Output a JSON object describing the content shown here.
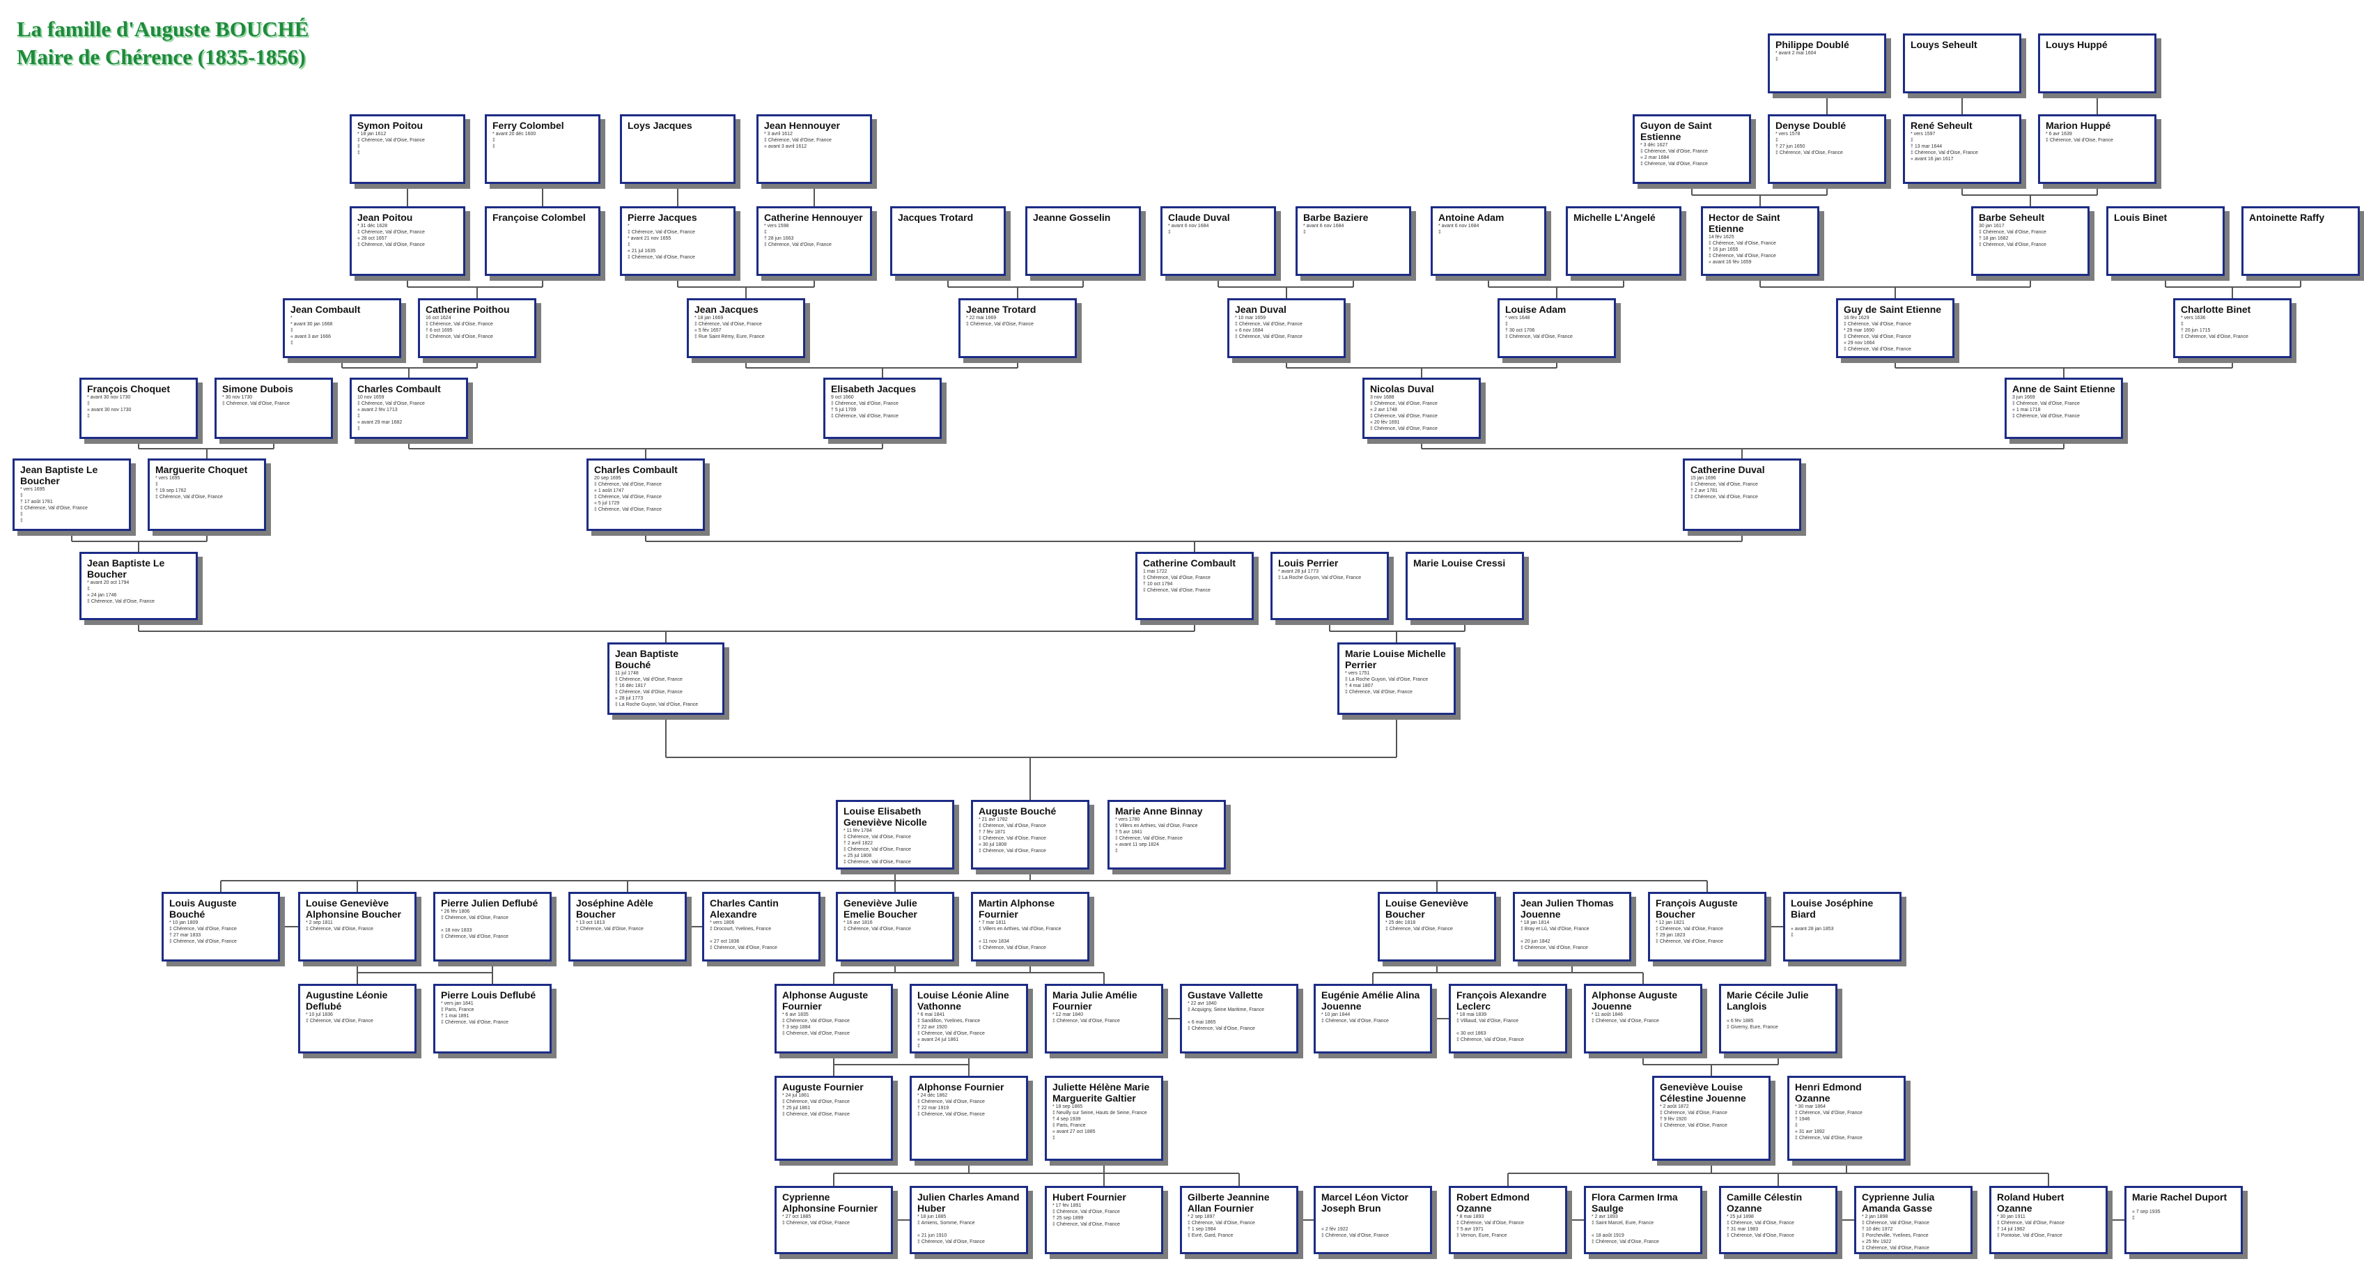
{
  "title": [
    "La famille d'Auguste BOUCHÉ",
    "Maire de Chérence (1835-1856)"
  ],
  "colors": {
    "title": "#1f8a3c",
    "box_border": "#1c2c85",
    "shadow": "#7d7d7d",
    "line": "#555555"
  },
  "persons": [
    {
      "id": "doubte_ph",
      "name": "Philippe Doublé",
      "events": [
        "* avant 2 mai 1604",
        "‡"
      ]
    },
    {
      "id": "seheult_lo",
      "name": "Louys Seheult",
      "events": []
    },
    {
      "id": "huppe_lo",
      "name": "Louys Huppé",
      "events": []
    },
    {
      "id": "poitou_sy",
      "name": "Symon Poitou",
      "events": [
        "* 18 jan 1612",
        "‡ Chérence, Val d'Oise, France",
        "‡",
        "‡"
      ]
    },
    {
      "id": "colombel_fe",
      "name": "Ferry Colombel",
      "events": [
        "* avant 20 déc 1600",
        "‡",
        "‡"
      ]
    },
    {
      "id": "jacques_lo",
      "name": "Loys Jacques",
      "events": []
    },
    {
      "id": "hennouyer_je",
      "name": "Jean Hennouyer",
      "events": [
        "* 3 avril 1612",
        "‡ Chérence, Val d'Oise, France",
        "« avant 3 avril 1612"
      ]
    },
    {
      "id": "guyon",
      "name": "Guyon de Saint Estienne",
      "events": [
        "* 3 déc 1627",
        "‡ Chérence, Val d'Oise, France",
        "« 2 mar 1684",
        "‡ Chérence, Val d'Oise, France"
      ]
    },
    {
      "id": "doubte_de",
      "name": "Denyse Doublé",
      "events": [
        "* vers 1578",
        "‡",
        "† 27 jun 1650",
        "‡ Chérence, Val d'Oise, France"
      ]
    },
    {
      "id": "seheult_re",
      "name": "René Seheult",
      "events": [
        "* vers 1597",
        "‡",
        "† 13 mar 1644",
        "‡ Chérence, Val d'Oise, France",
        "« avant 16 jan 1617"
      ]
    },
    {
      "id": "huppe_ma",
      "name": "Marion Huppé",
      "events": [
        "* 6 avr 1639",
        "‡ Chérence, Val d'Oise, France"
      ]
    },
    {
      "id": "poitou_je",
      "name": "Jean Poitou",
      "events": [
        "* 31 déc 1628",
        "‡ Chérence, Val d'Oise, France",
        "« 28 oct 1657",
        "‡ Chérence, Val d'Oise, France"
      ]
    },
    {
      "id": "colombel_fr",
      "name": "Françoise Colombel",
      "events": []
    },
    {
      "id": "jacques_pi",
      "name": "Pierre Jacques",
      "events": [
        "*",
        "‡ Chérence, Val d'Oise, France",
        "* avant 21 nov 1655",
        "‡",
        "« 21 jul 1635",
        "‡ Chérence, Val d'Oise, France"
      ]
    },
    {
      "id": "hennouyer_ca",
      "name": "Catherine Hennouyer",
      "events": [
        "* vers 1598",
        "‡",
        "† 28 jun 1663",
        "‡ Chérence, Val d'Oise, France"
      ]
    },
    {
      "id": "trotard_ja",
      "name": "Jacques Trotard",
      "events": []
    },
    {
      "id": "gosselin_je",
      "name": "Jeanne Gosselin",
      "events": []
    },
    {
      "id": "duval_cl",
      "name": "Claude Duval",
      "events": [
        "* avant 6 nov 1684",
        "‡"
      ]
    },
    {
      "id": "baziere_ba",
      "name": "Barbe Baziere",
      "events": [
        "* avant 6 nov 1684",
        "‡"
      ]
    },
    {
      "id": "adam_an",
      "name": "Antoine Adam",
      "events": [
        "* avant 6 nov 1684",
        "‡"
      ]
    },
    {
      "id": "langele_mi",
      "name": "Michelle L'Angelé",
      "events": []
    },
    {
      "id": "hector",
      "name": "Hector de Saint Etienne",
      "events": [
        "14 fév 1625",
        "‡ Chérence, Val d'Oise, France",
        "† 16 jun 1655",
        "‡ Chérence, Val d'Oise, France",
        "« avant 16 fév 1659"
      ]
    },
    {
      "id": "seheult_ba",
      "name": "Barbe Seheult",
      "events": [
        "30 jan 1617",
        "‡ Chérence, Val d'Oise, France",
        "† 18 jan 1682",
        "‡ Chérence, Val d'Oise, France"
      ]
    },
    {
      "id": "binet_lo",
      "name": "Louis Binet",
      "events": []
    },
    {
      "id": "raffy_an",
      "name": "Antoinette Raffy",
      "events": []
    },
    {
      "id": "combault_je",
      "name": "Jean Combault",
      "events": [
        "*",
        "* avant 30 jan 1668",
        "‡",
        "« avant 3 avr 1666",
        "‡"
      ]
    },
    {
      "id": "poithou_ca",
      "name": "Catherine Poithou",
      "events": [
        "16 oct 1624",
        "‡ Chérence, Val d'Oise, France",
        "† 6 oct 1695",
        "‡ Chérence, Val d'Oise, France"
      ]
    },
    {
      "id": "jacques_je",
      "name": "Jean Jacques",
      "events": [
        "* 18 jan 1669",
        "‡ Chérence, Val d'Oise, France",
        "« 5 fév 1657",
        "‡ Rue Saint Rémy, Eure, France"
      ]
    },
    {
      "id": "trotard_je",
      "name": "Jeanne Trotard",
      "events": [
        "* 22 mai 1669",
        "‡ Chérence, Val d'Oise, France"
      ]
    },
    {
      "id": "duval_je",
      "name": "Jean Duval",
      "events": [
        "* 10 mar 1659",
        "‡ Chérence, Val d'Oise, France",
        "« 6 nov 1684",
        "‡ Chérence, Val d'Oise, France"
      ]
    },
    {
      "id": "adam_lo",
      "name": "Louise Adam",
      "events": [
        "* vers 1648",
        "‡",
        "† 30 oct 1706",
        "‡ Chérence, Val d'Oise, France"
      ]
    },
    {
      "id": "guy",
      "name": "Guy de Saint Etienne",
      "events": [
        "16 fév 1629",
        "‡ Chérence, Val d'Oise, France",
        "* 29 mar 1690",
        "‡ Chérence, Val d'Oise, France",
        "« 29 nov 1664",
        "‡ Chérence, Val d'Oise, France"
      ]
    },
    {
      "id": "binet_ch",
      "name": "Charlotte Binet",
      "events": [
        "* vers 1636",
        "‡",
        "† 20 jun 1715",
        "‡ Chérence, Val d'Oise, France"
      ]
    },
    {
      "id": "choquet_fr",
      "name": "François Choquet",
      "events": [
        "* avant 30 nov 1730",
        "‡",
        "« avant 30 nov 1730",
        "‡"
      ]
    },
    {
      "id": "dubois_si",
      "name": "Simone Dubois",
      "events": [
        "* 30 nov 1730",
        "‡ Chérence, Val d'Oise, France"
      ]
    },
    {
      "id": "combault_ch1",
      "name": "Charles Combault",
      "events": [
        "10 nov 1659",
        "‡ Chérence, Val d'Oise, France",
        "« avant 2 fév 1713",
        "‡",
        "« avant 29 mar 1682",
        "‡"
      ]
    },
    {
      "id": "jacques_el",
      "name": "Elisabeth Jacques",
      "events": [
        "9 oct 1660",
        "‡ Chérence, Val d'Oise, France",
        "† 5 jul 1709",
        "‡ Chérence, Val d'Oise, France"
      ]
    },
    {
      "id": "duval_ni",
      "name": "Nicolas Duval",
      "events": [
        "3 nov 1688",
        "‡ Chérence, Val d'Oise, France",
        "« 2 avr 1748",
        "‡ Chérence, Val d'Oise, France",
        "« 20 fév 1691",
        "‡ Chérence, Val d'Oise, France"
      ]
    },
    {
      "id": "anne",
      "name": "Anne de Saint Etienne",
      "events": [
        "3 jun 1669",
        "‡ Chérence, Val d'Oise, France",
        "« 1 mai 1718",
        "‡ Chérence, Val d'Oise, France"
      ]
    },
    {
      "id": "leboucher_jb1",
      "name": "Jean Baptiste Le Boucher",
      "events": [
        "* vers 1695",
        "‡",
        "† 17 août 1781",
        "‡ Chérence, Val d'Oise, France",
        "‡",
        "‡"
      ]
    },
    {
      "id": "choquet_ma",
      "name": "Marguerite Choquet",
      "events": [
        "* vers 1695",
        "‡",
        "† 19 sep 1762",
        "‡ Chérence, Val d'Oise, France"
      ]
    },
    {
      "id": "combault_ch2",
      "name": "Charles Combault",
      "events": [
        "20 sep 1695",
        "‡ Chérence, Val d'Oise, France",
        "« 1 août 1747",
        "‡ Chérence, Val d'Oise, France",
        "« 5 jul 1729",
        "‡ Chérence, Val d'Oise, France"
      ]
    },
    {
      "id": "duval_ca",
      "name": "Catherine Duval",
      "events": [
        "15 jan 1696",
        "‡ Chérence, Val d'Oise, France",
        "† 2 avr 1781",
        "‡ Chérence, Val d'Oise, France"
      ]
    },
    {
      "id": "leboucher_jb2",
      "name": "Jean Baptiste Le Boucher",
      "events": [
        "* avant 20 oct 1794",
        "‡",
        "« 24 jan 1746",
        "‡ Chérence, Val d'Oise, France"
      ]
    },
    {
      "id": "combault_ca",
      "name": "Catherine Combault",
      "events": [
        "1 mai 1722",
        "‡ Chérence, Val d'Oise, France",
        "† 10 oct 1794",
        "‡ Chérence, Val d'Oise, France"
      ]
    },
    {
      "id": "perrier_lo",
      "name": "Louis Perrier",
      "events": [
        "* avant 28 jul 1773",
        "‡ La Roche Guyon, Val d'Oise, France"
      ]
    },
    {
      "id": "cressi_ml",
      "name": "Marie Louise Cressi",
      "events": []
    },
    {
      "id": "bouche_jb",
      "name": "Jean Baptiste Bouché",
      "events": [
        "11 jul 1748",
        "‡ Chérence, Val d'Oise, France",
        "† 16 déc 1817",
        "‡ Chérence, Val d'Oise, France",
        "« 28 jul 1773",
        "‡ La Roche Guyon, Val d'Oise, France"
      ]
    },
    {
      "id": "perrier_mlm",
      "name": "Marie Louise Michelle Perrier",
      "events": [
        "* vers 1751",
        "‡ La Roche Guyon, Val d'Oise, France",
        "† 4 mai 1807",
        "‡ Chérence, Val d'Oise, France"
      ]
    },
    {
      "id": "nicolle_leg",
      "name": "Louise Elisabeth Geneviève Nicolle",
      "events": [
        "* 11 fév 1784",
        "‡ Chérence, Val d'Oise, France",
        "† 2 avril 1822",
        "‡ Chérence, Val d'Oise, France",
        "« 25 jul 1808",
        "‡ Chérence, Val d'Oise, France"
      ]
    },
    {
      "id": "bouche_au",
      "name": "Auguste Bouché",
      "events": [
        "* 21 avr 1782",
        "‡ Chérence, Val d'Oise, France",
        "† 7 fév 1871",
        "‡ Chérence, Val d'Oise, France",
        "« 30 jul 1808",
        "‡ Chérence, Val d'Oise, France"
      ]
    },
    {
      "id": "binnay_ma",
      "name": "Marie Anne Binnay",
      "events": [
        "* vers 1780",
        "‡ Villers en Arthies, Val d'Oise, France",
        "† 5 avr 1841",
        "‡ Chérence, Val d'Oise, France",
        "« avant 11 sep 1824",
        "‡"
      ]
    },
    {
      "id": "bouche_la",
      "name": "Louis Auguste Bouché",
      "events": [
        "* 10 jan 1809",
        "‡ Chérence, Val d'Oise, France",
        "† 27 mar 1833",
        "‡ Chérence, Val d'Oise, France"
      ]
    },
    {
      "id": "bouche_lga",
      "name": "Louise Geneviève Alphonsine Boucher",
      "events": [
        "* 2 sep 1811",
        "‡ Chérence, Val d'Oise, France"
      ]
    },
    {
      "id": "deflube_pj",
      "name": "Pierre Julien Deflubé",
      "events": [
        "* 26 fév 1806",
        "‡ Chérence, Val d'Oise, France",
        "",
        "« 18 nov 1833",
        "‡ Chérence, Val d'Oise, France"
      ]
    },
    {
      "id": "boucher_ja",
      "name": "Joséphine Adèle Boucher",
      "events": [
        "* 13 oct 1813",
        "‡ Chérence, Val d'Oise, France"
      ]
    },
    {
      "id": "cantin_ca",
      "name": "Charles Cantin Alexandre",
      "events": [
        "* vers 1806",
        "‡ Drocourt, Yvelines, France",
        "",
        "« 27 oct 1836",
        "‡ Chérence, Val d'Oise, France"
      ]
    },
    {
      "id": "boucher_gje",
      "name": "Geneviève Julie Emelie Boucher",
      "events": [
        "* 16 avr 1816",
        "‡ Chérence, Val d'Oise, France"
      ]
    },
    {
      "id": "fournier_ma",
      "name": "Martin Alphonse Fournier",
      "events": [
        "* 7 mar 1811",
        "‡ Villers en Arthies, Val d'Oise, France",
        "",
        "« 11 nov 1834",
        "‡ Chérence, Val d'Oise, France"
      ]
    },
    {
      "id": "boucher_lgb",
      "name": "Louise Geneviève Boucher",
      "events": [
        "* 25 déc 1818",
        "‡ Chérence, Val d'Oise, France"
      ]
    },
    {
      "id": "jouenne_jjt",
      "name": "Jean Julien Thomas Jouenne",
      "events": [
        "* 18 jan 1814",
        "‡ Bray et Lû, Val d'Oise, France",
        "",
        "« 20 jun 1842",
        "‡ Chérence, Val d'Oise, France"
      ]
    },
    {
      "id": "boucher_fa",
      "name": "François Auguste Boucher",
      "events": [
        "* 12 jan 1821",
        "‡ Chérence, Val d'Oise, France",
        "† 29 jan 1823",
        "‡ Chérence, Val d'Oise, France"
      ]
    },
    {
      "id": "biard_lj",
      "name": "Louise Joséphine Biard",
      "events": [
        "",
        "« avant 28 jan 1853",
        "‡"
      ]
    },
    {
      "id": "deflube_al",
      "name": "Augustine Léonie Deflubé",
      "events": [
        "* 10 jul 1836",
        "‡ Chérence, Val d'Oise, France"
      ]
    },
    {
      "id": "deflube_pl",
      "name": "Pierre Louis Deflubé",
      "events": [
        "* vers jan 1841",
        "‡ Paris, France",
        "† 1 mai 1891",
        "‡ Chérence, Val d'Oise, France"
      ]
    },
    {
      "id": "fournier_aa",
      "name": "Alphonse Auguste Fournier",
      "events": [
        "* 6 avr 1835",
        "‡ Chérence, Val d'Oise, France",
        "† 3 sep 1884",
        "‡ Chérence, Val d'Oise, France"
      ]
    },
    {
      "id": "vathonne_lla",
      "name": "Louise Léonie Aline Vathonne",
      "events": [
        "* 6 mai 1841",
        "‡ Sandillon, Yvelines, France",
        "† 22 avr 1920",
        "‡ Chérence, Val d'Oise, France",
        "« avant 24 jul 1861",
        "‡"
      ]
    },
    {
      "id": "fournier_mja",
      "name": "Maria Julie Amélie Fournier",
      "events": [
        "* 12 mar 1840",
        "‡ Chérence, Val d'Oise, France"
      ]
    },
    {
      "id": "vallette_gu",
      "name": "Gustave Vallette",
      "events": [
        "* 22 avr 1840",
        "‡ Acquigny, Seine Maritime, France",
        "",
        "« 6 mai 1865",
        "‡ Chérence, Val d'Oise, France"
      ]
    },
    {
      "id": "jouenne_eaa",
      "name": "Eugénie Amélie Alina Jouenne",
      "events": [
        "* 10 jan 1844",
        "‡ Chérence, Val d'Oise, France"
      ]
    },
    {
      "id": "leclerc_fa",
      "name": "François Alexandre Leclerc",
      "events": [
        "* 18 mai 1839",
        "‡ Villiaud, Val d'Oise, France",
        "",
        "« 30 oct 1863",
        "‡ Chérence, Val d'Oise, France"
      ]
    },
    {
      "id": "jouenne_aa",
      "name": "Alphonse Auguste Jouenne",
      "events": [
        "* 11 août 1846",
        "‡ Chérence, Val d'Oise, France"
      ]
    },
    {
      "id": "langlois_mcj",
      "name": "Marie Cécile Julie Langlois",
      "events": [
        "",
        "« 6 fév 1885",
        "‡ Giverny, Eure, France"
      ]
    },
    {
      "id": "fournier_au",
      "name": "Auguste Fournier",
      "events": [
        "* 24 jul 1861",
        "‡ Chérence, Val d'Oise, France",
        "† 25 jul 1861",
        "‡ Chérence, Val d'Oise, France"
      ]
    },
    {
      "id": "fournier_al",
      "name": "Alphonse Fournier",
      "events": [
        "* 24 déc 1862",
        "‡ Chérence, Val d'Oise, France",
        "† 22 mar 1919",
        "‡ Chérence, Val d'Oise, France"
      ]
    },
    {
      "id": "galtier_jhm",
      "name": "Juliette Hélène Marie Marguerite Galtier",
      "events": [
        "* 18 sep 1865",
        "‡ Neuilly sur Seine, Hauts de Seine, France",
        "† 4 sep 1939",
        "‡ Paris, France",
        "« avant 27 oct 1885",
        "‡"
      ]
    },
    {
      "id": "ozanne_gl",
      "name": "Geneviève Louise Célestine Jouenne",
      "events": [
        "* 2 août 1872",
        "‡ Chérence, Val d'Oise, France",
        "† 9 fév 1920",
        "‡ Chérence, Val d'Oise, France"
      ]
    },
    {
      "id": "ozanne_he",
      "name": "Henri Edmond Ozanne",
      "events": [
        "* 30 mar 1864",
        "‡ Chérence, Val d'Oise, France",
        "† 1946",
        "‡",
        "« 31 avr 1892",
        "‡ Chérence, Val d'Oise, France"
      ]
    },
    {
      "id": "fournier_ca",
      "name": "Cyprienne Alphonsine Fournier",
      "events": [
        "* 27 oct 1885",
        "‡ Chérence, Val d'Oise, France"
      ]
    },
    {
      "id": "huber_jca",
      "name": "Julien Charles Amand Huber",
      "events": [
        "* 18 jun 1885",
        "‡ Amiens, Somme, France",
        "",
        "« 21 jun 1910",
        "‡ Chérence, Val d'Oise, France"
      ]
    },
    {
      "id": "fournier_hu",
      "name": "Hubert Fournier",
      "events": [
        "* 17 fév 1891",
        "‡ Chérence, Val d'Oise, France",
        "† 25 sep 1899",
        "‡ Chérence, Val d'Oise, France"
      ]
    },
    {
      "id": "fournier_gaj",
      "name": "Gilberte Jeannine Allan Fournier",
      "events": [
        "* 2 sep 1897",
        "‡ Chérence, Val d'Oise, France",
        "† 1 sep 1984",
        "‡ Evré, Gard, France"
      ]
    },
    {
      "id": "brun_mlv",
      "name": "Marcel Léon Victor Joseph Brun",
      "events": [
        "",
        "",
        "« 2 fév 1922",
        "‡ Chérence, Val d'Oise, France"
      ]
    },
    {
      "id": "ozanne_re",
      "name": "Robert Edmond Ozanne",
      "events": [
        "* 8 mai 1893",
        "‡ Chérence, Val d'Oise, France",
        "† 5 avr 1971",
        "‡ Vernon, Eure, France"
      ]
    },
    {
      "id": "saulge_fci",
      "name": "Flora Carmen Irma Saulge",
      "events": [
        "* 2 avr 1893",
        "‡ Saint Marcel, Eure, France",
        "",
        "« 18 août 1919",
        "‡ Chérence, Val d'Oise, France"
      ]
    },
    {
      "id": "ozanne_cc",
      "name": "Camille Célestin Ozanne",
      "events": [
        "* 25 jul 1898",
        "‡ Chérence, Val d'Oise, France",
        "† 31 mar 1983",
        "‡ Chérence, Val d'Oise, France"
      ]
    },
    {
      "id": "gasse_cja",
      "name": "Cyprienne Julia Amanda Gasse",
      "events": [
        "* 2 jan 1898",
        "‡ Chérence, Val d'Oise, France",
        "† 10 déc 1972",
        "‡ Porcheville, Yvelines, France",
        "« 25 fév 1922",
        "‡ Chérence, Val d'Oise, France"
      ]
    },
    {
      "id": "ozanne_rh",
      "name": "Roland Hubert Ozanne",
      "events": [
        "* 30 jan 1911",
        "‡ Chérence, Val d'Oise, France",
        "† 14 jul 1982",
        "‡ Pontoise, Val d'Oise, France"
      ]
    },
    {
      "id": "duport_mr",
      "name": "Marie Rachel Duport",
      "events": [
        "",
        "« 7 sep 1935",
        "‡"
      ]
    }
  ]
}
